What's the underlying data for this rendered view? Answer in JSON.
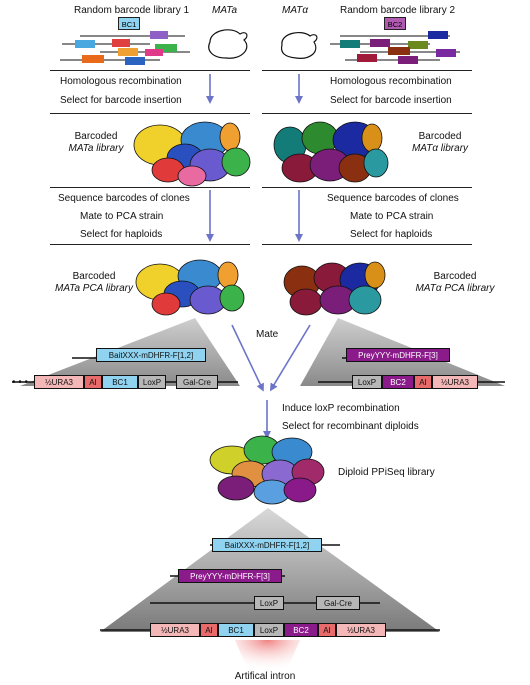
{
  "colors": {
    "bc1": "#8fd3f0",
    "bc2": "#8b1a8b",
    "ura3": "#f4b7b7",
    "ai": "#e86a6a",
    "loxp": "#b7b7b7",
    "galcre": "#b7b7b7",
    "arrow": "#6b74c8",
    "fan": "#7d7d7d",
    "intron": "#f08080"
  },
  "top": {
    "left_label": "Random barcode library 1",
    "left_strain": "MATa",
    "left_tag": "BC1",
    "right_strain": "MATα",
    "right_label": "Random barcode library 2",
    "right_tag": "BC2"
  },
  "steps1": [
    "Homologous recombination",
    "Select for barcode insertion"
  ],
  "barcoded_lib": {
    "left": [
      "Barcoded",
      "MATa library"
    ],
    "right": [
      "Barcoded",
      "MATα library"
    ]
  },
  "steps2": [
    "Sequence barcodes of clones",
    "Mate to PCA strain",
    "Select for haploids"
  ],
  "pca_lib": {
    "left": [
      "Barcoded",
      "MATa PCA library"
    ],
    "right": [
      "Barcoded",
      "MATα PCA library"
    ]
  },
  "mate_label": "Mate",
  "bait_label": "BaitXXX-mDHFR-F[1,2]",
  "prey_label": "PreyYYY-mDHFR-F[3]",
  "left_construct": [
    "½URA3",
    "AI",
    "BC1",
    "LoxP",
    "Gal-Cre"
  ],
  "right_construct": [
    "LoxP",
    "BC2",
    "AI",
    "½URA3"
  ],
  "steps3": [
    "Induce loxP recombination",
    "Select for recombinant diploids"
  ],
  "diploid_label": "Diploid PPiSeq library",
  "final_bait": "BaitXXX-mDHFR-F[1,2]",
  "final_prey": "PreyYYY-mDHFR-F[3]",
  "final_mid": [
    "LoxP",
    "Gal-Cre"
  ],
  "final_construct": [
    "½URA3",
    "AI",
    "BC1",
    "LoxP",
    "BC2",
    "AI",
    "½URA3"
  ],
  "intron_label": "Artifical intron"
}
